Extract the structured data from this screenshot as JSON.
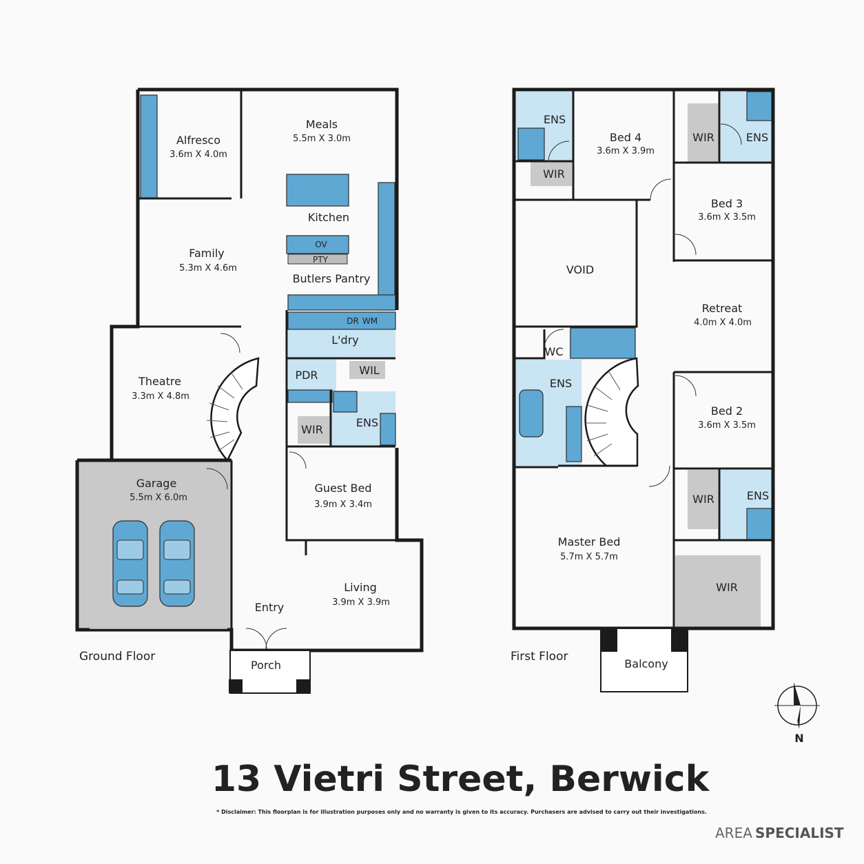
{
  "title": "13 Vietri Street, Berwick",
  "disclaimer": "* Disclaimer: This floorplan is for illustration purposes only and no warranty is given to its accuracy. Purchasers are advised to carry out their investigations.",
  "brand": {
    "light": "AREA",
    "bold": "SPECIALIST"
  },
  "compass_label": "N",
  "colors": {
    "fixture_blue": "#5fa8d3",
    "wet_area": "#c9e4f3",
    "storage_grey": "#c9c9c9",
    "walls": "#1b1b1b"
  },
  "ground_floor": {
    "label": "Ground Floor",
    "alfresco": {
      "name": "Alfresco",
      "dims": "3.6m X 4.0m"
    },
    "meals": {
      "name": "Meals",
      "dims": "5.5m X 3.0m"
    },
    "kitchen": {
      "name": "Kitchen"
    },
    "family": {
      "name": "Family",
      "dims": "5.3m X 4.6m"
    },
    "ov": "OV",
    "pty": "PTY",
    "butlers": {
      "name": "Butlers Pantry"
    },
    "dr": "DR",
    "wm": "WM",
    "laundry": {
      "name": "L'dry"
    },
    "theatre": {
      "name": "Theatre",
      "dims": "3.3m X 4.8m"
    },
    "pdr": "PDR",
    "wil": "WIL",
    "wir": "WIR",
    "ens": "ENS",
    "garage": {
      "name": "Garage",
      "dims": "5.5m X 6.0m"
    },
    "guest": {
      "name": "Guest Bed",
      "dims": "3.9m X 3.4m"
    },
    "living": {
      "name": "Living",
      "dims": "3.9m X 3.9m"
    },
    "entry": {
      "name": "Entry"
    },
    "porch": {
      "name": "Porch"
    }
  },
  "first_floor": {
    "label": "First Floor",
    "ens_tl": "ENS",
    "wir_tl": "WIR",
    "bed4": {
      "name": "Bed 4",
      "dims": "3.6m X 3.9m"
    },
    "wir_tr": "WIR",
    "ens_tr": "ENS",
    "bed3": {
      "name": "Bed 3",
      "dims": "3.6m X 3.5m"
    },
    "void": "VOID",
    "retreat": {
      "name": "Retreat",
      "dims": "4.0m X 4.0m"
    },
    "wc": "WC",
    "ens_main": "ENS",
    "bed2": {
      "name": "Bed 2",
      "dims": "3.6m X 3.5m"
    },
    "wir_mr": "WIR",
    "ens_mr": "ENS",
    "master": {
      "name": "Master Bed",
      "dims": "5.7m X 5.7m"
    },
    "wir_br": "WIR",
    "balcony": {
      "name": "Balcony"
    }
  }
}
